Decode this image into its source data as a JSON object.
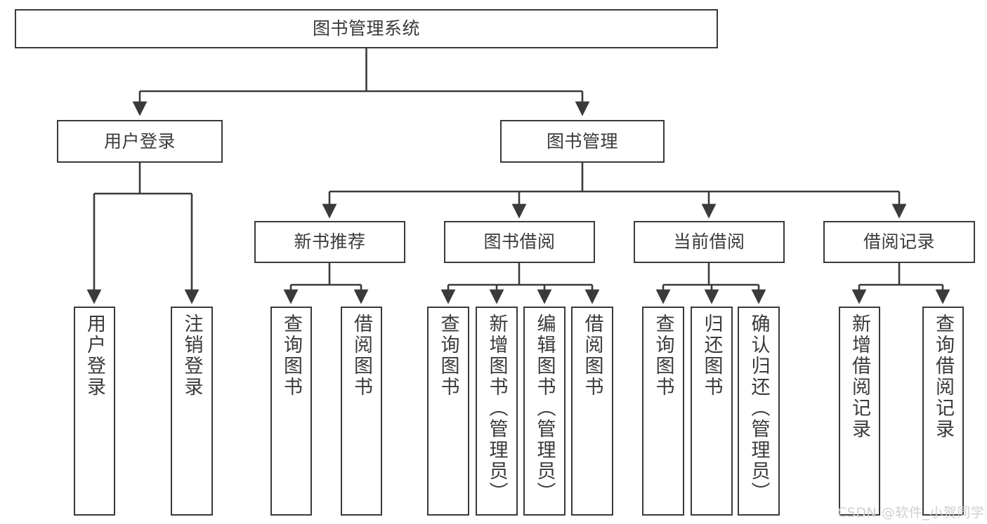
{
  "diagram": {
    "title": "图书管理系统",
    "type": "tree-hierarchy",
    "watermark": "CSDN @软件_小贺同学",
    "colors": {
      "border": "#3a3a3a",
      "text": "#3a3a3a",
      "background": "#ffffff",
      "connector": "#3a3a3a",
      "watermark": "#cfcfcf"
    }
  },
  "nodes": {
    "root": {
      "label": "图书管理系统"
    },
    "level2": [
      {
        "id": "user-login",
        "label": "用户登录"
      },
      {
        "id": "book-manage",
        "label": "图书管理"
      }
    ],
    "level3": [
      {
        "id": "new-book-recommend",
        "label": "新书推荐"
      },
      {
        "id": "book-borrow",
        "label": "图书借阅"
      },
      {
        "id": "current-borrow",
        "label": "当前借阅"
      },
      {
        "id": "borrow-record",
        "label": "借阅记录"
      }
    ],
    "leaves": {
      "user-login": [
        {
          "id": "leaf-user-login",
          "label": "用户登录"
        },
        {
          "id": "leaf-logout",
          "label": "注销登录"
        }
      ],
      "new-book-recommend": [
        {
          "id": "leaf-query-book-1",
          "label": "查询图书"
        },
        {
          "id": "leaf-borrow-book-1",
          "label": "借阅图书"
        }
      ],
      "book-borrow": [
        {
          "id": "leaf-query-book-2",
          "label": "查询图书"
        },
        {
          "id": "leaf-add-book",
          "label": "新增图书（管理员）"
        },
        {
          "id": "leaf-edit-book",
          "label": "编辑图书（管理员）"
        },
        {
          "id": "leaf-borrow-book-2",
          "label": "借阅图书"
        }
      ],
      "current-borrow": [
        {
          "id": "leaf-query-book-3",
          "label": "查询图书"
        },
        {
          "id": "leaf-return-book",
          "label": "归还图书"
        },
        {
          "id": "leaf-confirm-return",
          "label": "确认归还（管理员）"
        }
      ],
      "borrow-record": [
        {
          "id": "leaf-add-record",
          "label": "新增借阅记录"
        },
        {
          "id": "leaf-query-record",
          "label": "查询借阅记录"
        }
      ]
    }
  }
}
